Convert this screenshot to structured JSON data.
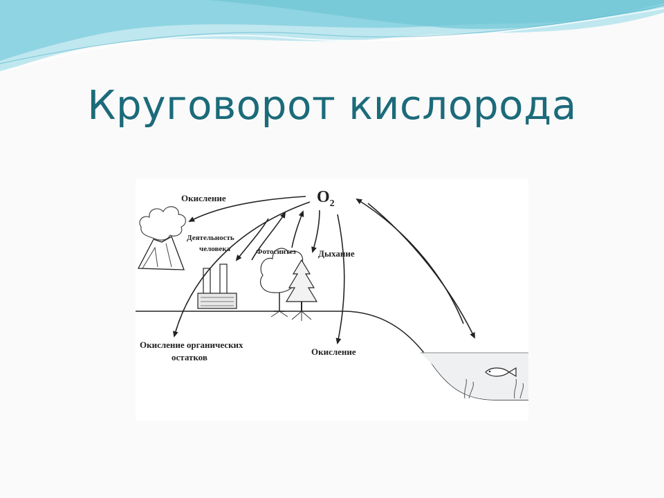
{
  "slide": {
    "title": "Круговорот кислорода"
  },
  "diagram": {
    "center": {
      "symbol": "O",
      "subscript": "2"
    },
    "labels": {
      "oxidation_top": "Окисление",
      "human_activity_1": "Деятельность",
      "human_activity_2": "человека",
      "photosynthesis": "Фотосинтез",
      "respiration": "Дыхание",
      "organic_oxidation_1": "Окисление органических",
      "organic_oxidation_2": "остатков",
      "oxidation_bottom": "Окисление"
    },
    "colors": {
      "title": "#1c6b7a",
      "ink": "#222222",
      "wave_dark": "#6fc6d6",
      "wave_light": "#bfe7ef"
    }
  }
}
